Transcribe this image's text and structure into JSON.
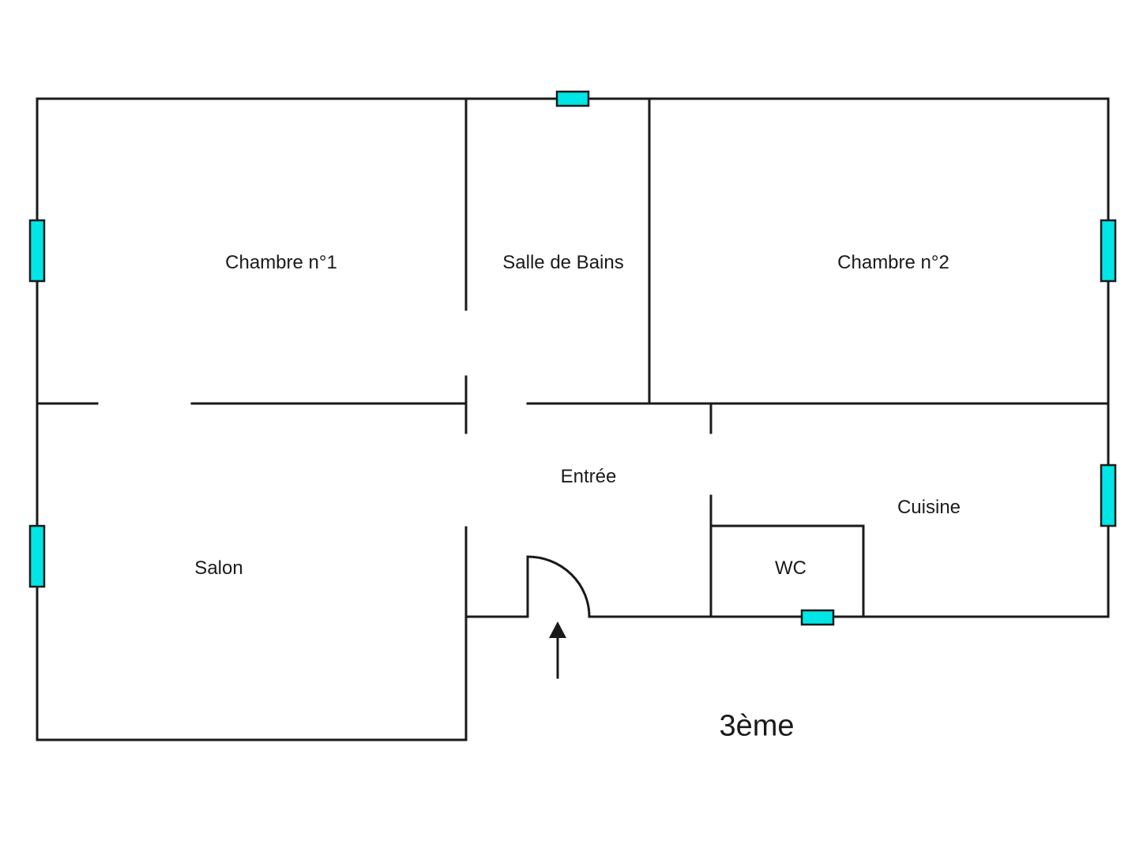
{
  "rooms": {
    "chambre1": "Chambre n°1",
    "salle_de_bains": "Salle de Bains",
    "chambre2": "Chambre n°2",
    "entree": "Entrée",
    "cuisine": "Cuisine",
    "salon": "Salon",
    "wc": "WC"
  },
  "floor": "3ème",
  "colors": {
    "wall": "#1a1a1a",
    "window": "#00e5e5",
    "background": "#ffffff"
  }
}
